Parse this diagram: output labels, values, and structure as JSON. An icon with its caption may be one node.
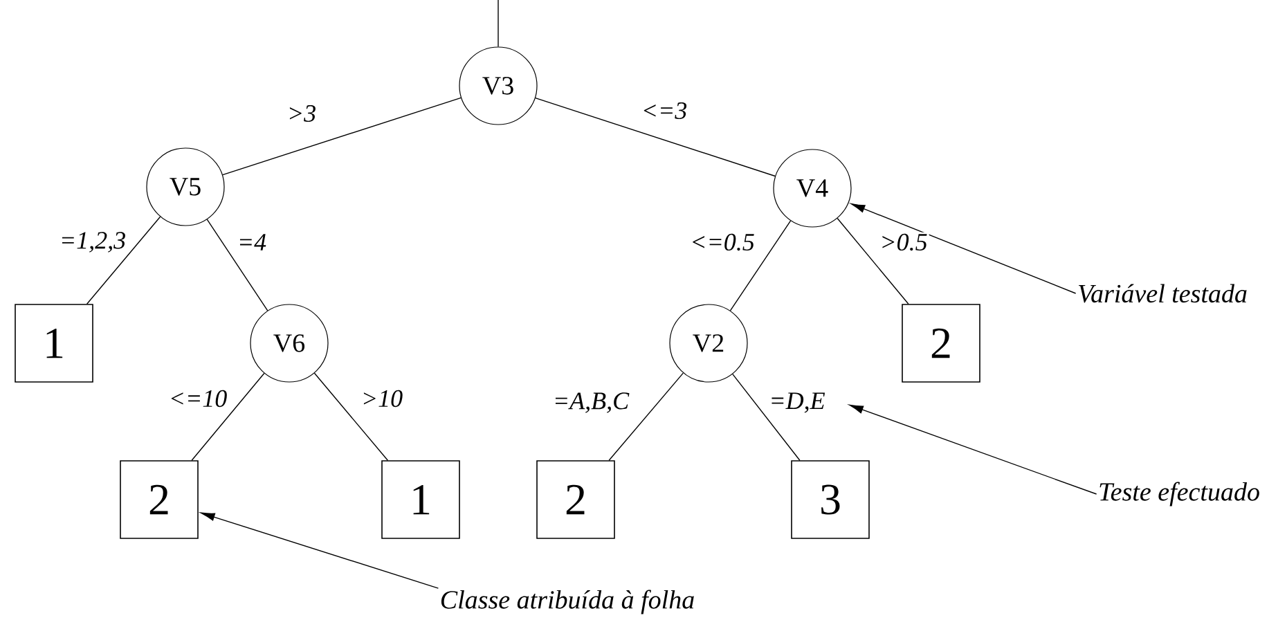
{
  "diagram": {
    "nodes": [
      {
        "text": [
          "V3"
        ]
      },
      {
        "text": [
          "V5"
        ]
      },
      {
        "text": [
          "V4"
        ]
      },
      {
        "text": [
          "1"
        ]
      },
      {
        "text": [
          "V6"
        ]
      },
      {
        "text": [
          "V2"
        ]
      },
      {
        "text": [
          "2"
        ]
      },
      {
        "text": [
          "2"
        ]
      },
      {
        "text": [
          "1"
        ]
      },
      {
        "text": [
          "2"
        ]
      },
      {
        "text": [
          "3"
        ]
      },
      {
        "text": [
          "Variável testada"
        ]
      },
      {
        "text": [
          "Teste efectuado"
        ]
      },
      {
        "text": [
          "Classe atribuída à folha"
        ]
      }
    ],
    "edges": [
      {
        "from": null,
        "to": 0,
        "arrow": "none"
      },
      {
        "from": 0,
        "to": 1,
        "arrow": "none",
        "label": ">3"
      },
      {
        "from": 0,
        "to": 2,
        "arrow": "none",
        "label": "<=3"
      },
      {
        "from": 1,
        "to": 3,
        "arrow": "none",
        "label": "=1,2,3"
      },
      {
        "from": 1,
        "to": 4,
        "arrow": "none",
        "label": "=4"
      },
      {
        "from": 2,
        "to": 5,
        "arrow": "none",
        "label": "<=0.5"
      },
      {
        "from": 2,
        "to": 6,
        "arrow": "none",
        "label": ">0.5"
      },
      {
        "from": 4,
        "to": 7,
        "arrow": "none",
        "label": "<=10"
      },
      {
        "from": 4,
        "to": 8,
        "arrow": "none",
        "label": ">10"
      },
      {
        "from": 5,
        "to": 9,
        "arrow": "none",
        "label": "=A,B,C"
      },
      {
        "from": 5,
        "to": 10,
        "arrow": "none",
        "label": "=D,E"
      },
      {
        "from": 11,
        "to": 2,
        "arrow": "to"
      },
      {
        "from": 12,
        "to": null,
        "arrow": "to"
      },
      {
        "from": 13,
        "to": 7,
        "arrow": "to"
      }
    ]
  }
}
